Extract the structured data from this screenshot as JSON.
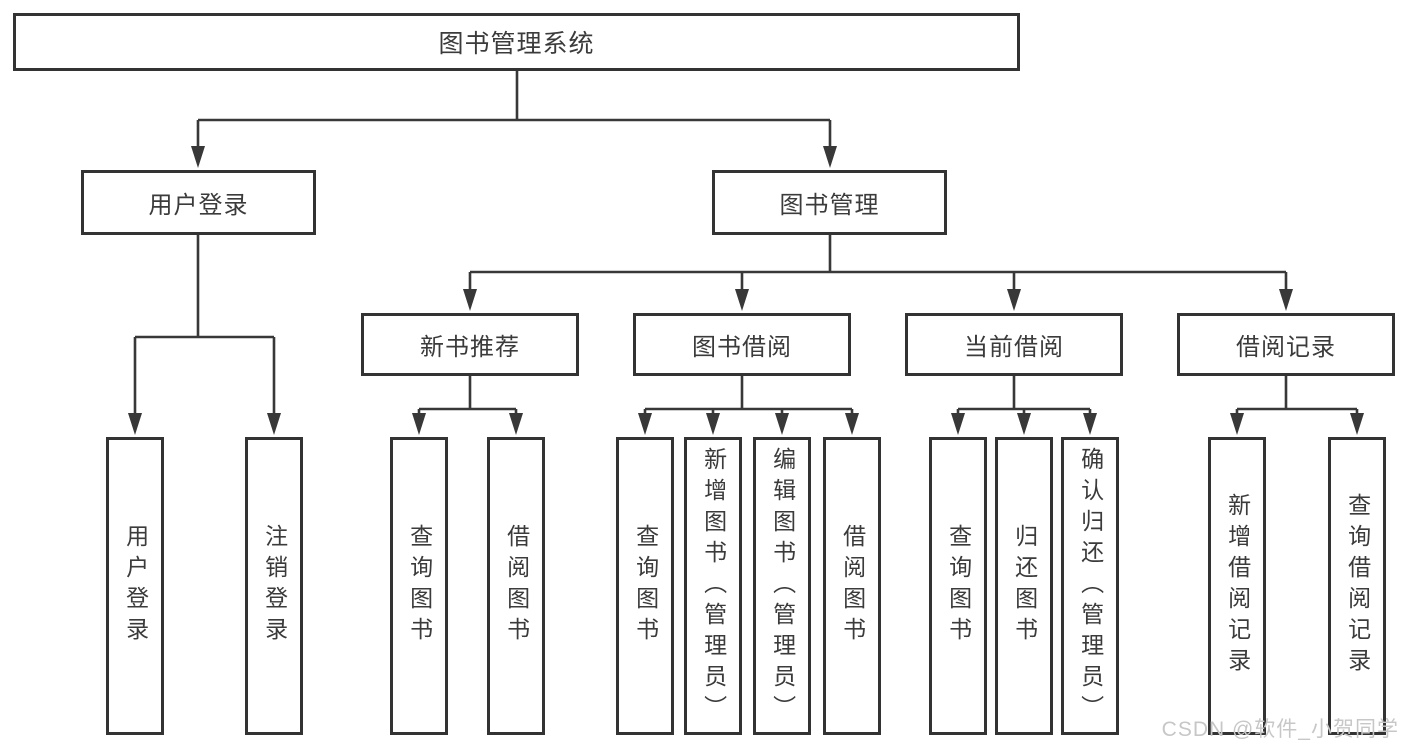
{
  "tree": {
    "label": "图书管理系统",
    "children": [
      {
        "label": "用户登录",
        "children": [
          {
            "label": "用户登录"
          },
          {
            "label": "注销登录"
          }
        ]
      },
      {
        "label": "图书管理",
        "children": [
          {
            "label": "新书推荐",
            "children": [
              {
                "label": "查询图书"
              },
              {
                "label": "借阅图书"
              }
            ]
          },
          {
            "label": "图书借阅",
            "children": [
              {
                "label": "查询图书"
              },
              {
                "label": "新增图书（管理员）"
              },
              {
                "label": "编辑图书（管理员）"
              },
              {
                "label": "借阅图书"
              }
            ]
          },
          {
            "label": "当前借阅",
            "children": [
              {
                "label": "查询图书"
              },
              {
                "label": "归还图书"
              },
              {
                "label": "确认归还（管理员）"
              }
            ]
          },
          {
            "label": "借阅记录",
            "children": [
              {
                "label": "新增借阅记录"
              },
              {
                "label": "查询借阅记录"
              }
            ]
          }
        ]
      }
    ]
  },
  "watermark": {
    "text": "CSDN @软件_小贺同学"
  },
  "colors": {
    "line": "#383838",
    "box_border": "#333333",
    "box_fill": "#ffffff",
    "text": "#3b3b3b",
    "watermark": "#c7c7c7"
  }
}
